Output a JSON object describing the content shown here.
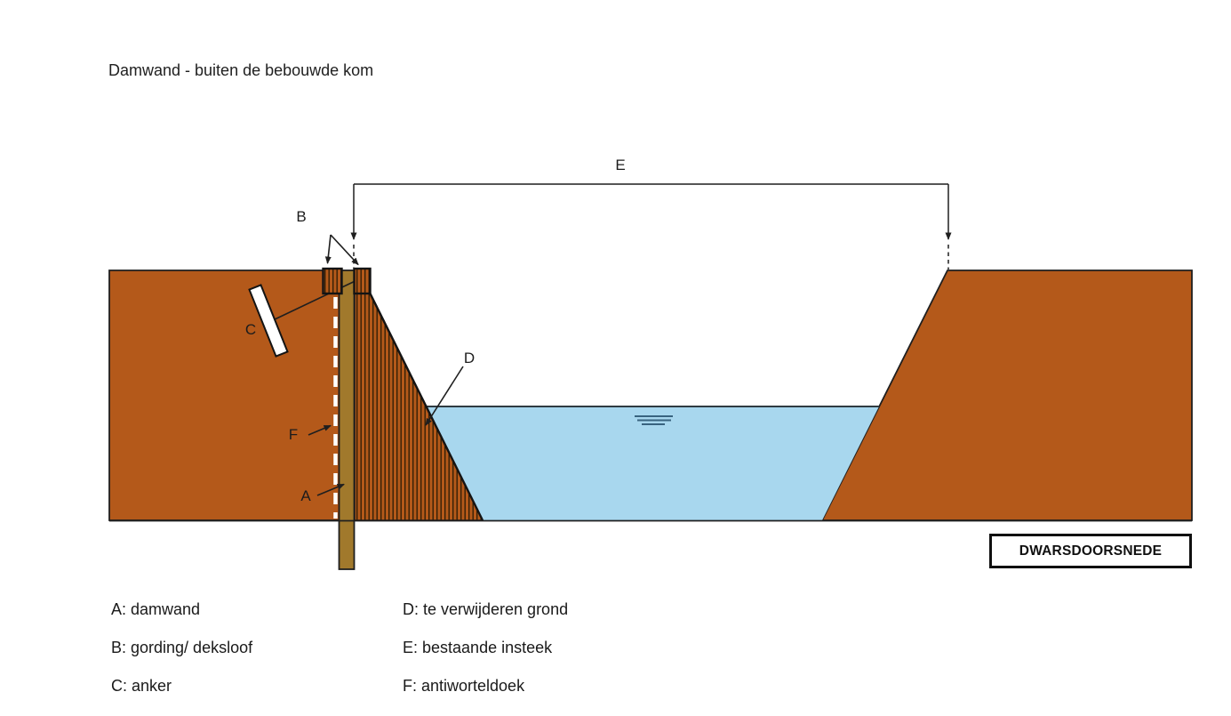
{
  "title": "Damwand - buiten de bebouwde kom",
  "caption_box": "DWARSDOORSNEDE",
  "diagram_labels": {
    "A": "A",
    "B": "B",
    "C": "C",
    "D": "D",
    "E": "E",
    "F": "F"
  },
  "legend": {
    "left": [
      "A: damwand",
      "B: gording/ deksloof",
      "C: anker"
    ],
    "right": [
      "D: te verwijderen grond",
      "E: bestaande insteek",
      "F: antiworteldoek"
    ]
  },
  "colors": {
    "soil": "#b4591a",
    "wall": "#a1792c",
    "water": "#a8d7ee",
    "hatch_line": "#331f06",
    "outline": "#1f1f1f",
    "water_line": "#2f3b42",
    "water_symbol": "#38637f"
  }
}
